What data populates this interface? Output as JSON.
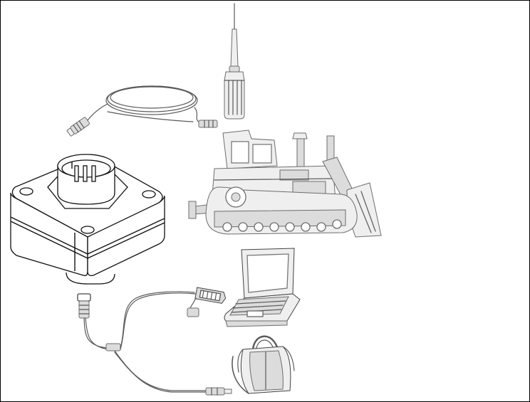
{
  "figure": {
    "background": "#ffffff",
    "line_color": "#5a5a5a",
    "shade_color": "#e6e6e6",
    "components": [
      {
        "id": "antenna",
        "icon": "whip-antenna-icon"
      },
      {
        "id": "antenna-cable",
        "icon": "coiled-cable-icon"
      },
      {
        "id": "receiver-module",
        "icon": "connector-box-icon"
      },
      {
        "id": "bulldozer",
        "icon": "bulldozer-icon"
      },
      {
        "id": "laptop",
        "icon": "laptop-icon"
      },
      {
        "id": "interface-cable",
        "icon": "y-cable-icon"
      },
      {
        "id": "carry-case",
        "icon": "carry-bag-icon"
      }
    ]
  }
}
